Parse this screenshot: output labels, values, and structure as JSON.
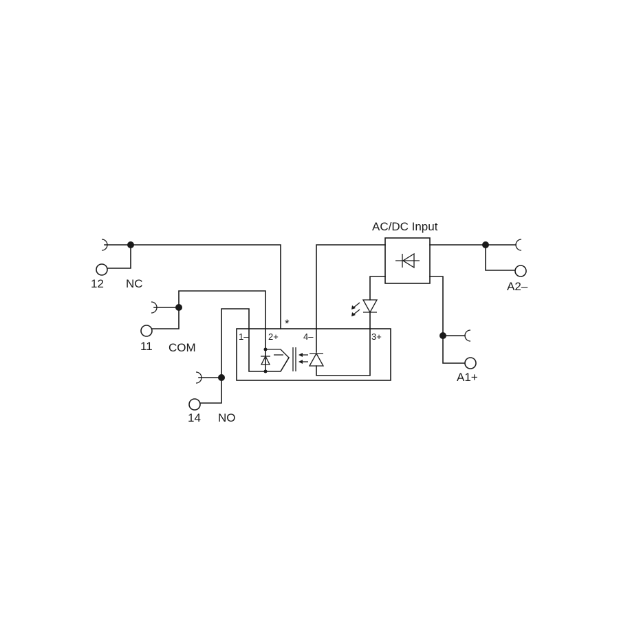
{
  "diagram": {
    "title": "AC/DC Input",
    "terminals": {
      "t12": "12",
      "t11": "11",
      "t14": "14",
      "a2": "A2–",
      "a1": "A1+"
    },
    "contacts": {
      "nc": "NC",
      "com": "COM",
      "no": "NO"
    },
    "pins": {
      "p1": "1–",
      "p2": "2+",
      "p4": "4–",
      "p3": "3+"
    },
    "marker": "*"
  }
}
